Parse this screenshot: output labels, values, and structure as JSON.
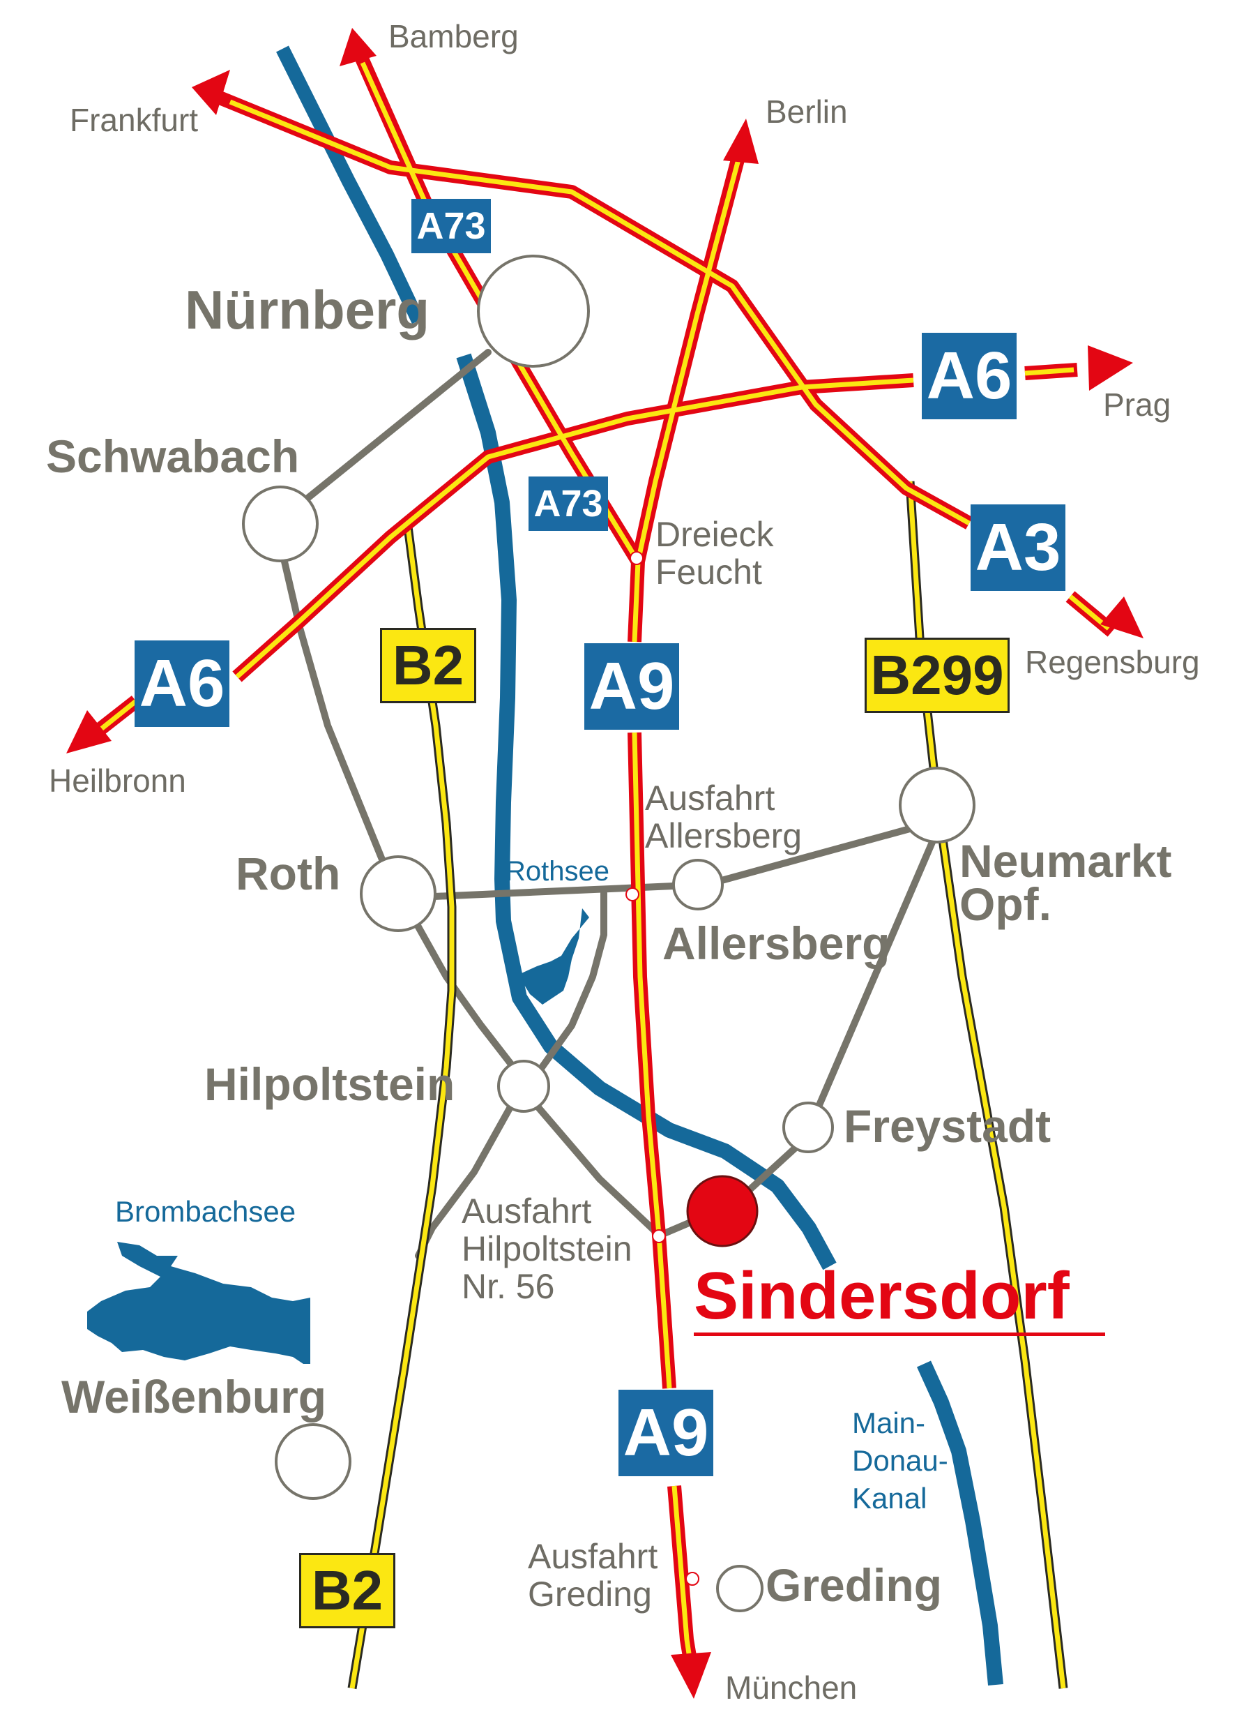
{
  "colors": {
    "autobahn_outer": "#e30613",
    "autobahn_inner": "#fbe712",
    "bundesstrasse_fill": "#fbe712",
    "bundesstrasse_edge": "#2a2a22",
    "local_road": "#76746a",
    "water": "#15699a",
    "autobahn_sign": "#1b6aa3",
    "city_text": "#76746a",
    "target": "#e30613"
  },
  "destinations": {
    "bamberg": "Bamberg",
    "frankfurt": "Frankfurt",
    "berlin": "Berlin",
    "prag": "Prag",
    "regensburg": "Regensburg",
    "heilbronn": "Heilbronn",
    "muenchen": "München"
  },
  "cities": {
    "nuernberg": "Nürnberg",
    "schwabach": "Schwabach",
    "roth": "Roth",
    "allersberg": "Allersberg",
    "neumarkt_1": "Neumarkt",
    "neumarkt_2": "Opf.",
    "hilpoltstein": "Hilpoltstein",
    "freystadt": "Freystadt",
    "weissenburg": "Weißenburg",
    "greding": "Greding"
  },
  "target": {
    "name": "Sindersdorf"
  },
  "exits": {
    "dreieck_1": "Dreieck",
    "dreieck_2": "Feucht",
    "allersberg_1": "Ausfahrt",
    "allersberg_2": "Allersberg",
    "hilpoltstein_1": "Ausfahrt",
    "hilpoltstein_2": "Hilpoltstein",
    "hilpoltstein_3": "Nr. 56",
    "greding_1": "Ausfahrt",
    "greding_2": "Greding"
  },
  "water": {
    "rothsee": "Rothsee",
    "brombachsee": "Brombachsee",
    "kanal_1": "Main-",
    "kanal_2": "Donau-",
    "kanal_3": "Kanal"
  },
  "road_signs": {
    "a73_north": "A73",
    "a73_south": "A73",
    "a6_east": "A6",
    "a6_west": "A6",
    "a3": "A3",
    "a9_north": "A9",
    "a9_south": "A9",
    "b2_north": "B2",
    "b2_south": "B2",
    "b299": "B299"
  }
}
